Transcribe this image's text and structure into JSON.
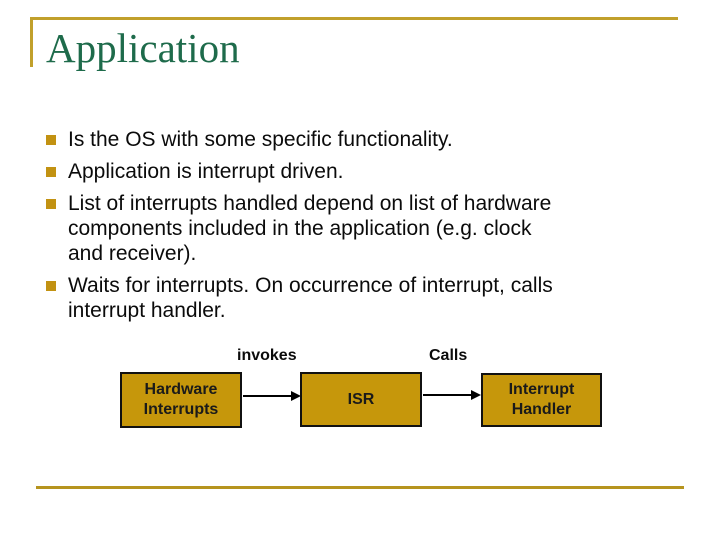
{
  "slide": {
    "title": "Application",
    "bullets": [
      {
        "lines": [
          "Is the OS with some specific functionality."
        ]
      },
      {
        "lines": [
          "Application is interrupt driven."
        ]
      },
      {
        "lines": [
          "List of interrupts handled depend on list of hardware",
          "components included in the application (e.g. clock",
          "and receiver)."
        ]
      },
      {
        "lines": [
          "Waits for interrupts. On occurrence of interrupt, calls",
          "interrupt handler."
        ]
      }
    ],
    "diagram": {
      "invokes_label": "invokes",
      "calls_label": "Calls",
      "boxes": [
        {
          "label_lines": [
            "Hardware",
            "Interrupts"
          ]
        },
        {
          "label_lines": [
            "ISR"
          ]
        },
        {
          "label_lines": [
            "Interrupt",
            "Handler"
          ]
        }
      ]
    },
    "colors": {
      "accent_gold_top_line": "#C1A02B",
      "accent_gold_bottom_line": "#B6941E",
      "bullet_square_gold": "#C29212",
      "diagram_box_fill": "#C6970B",
      "title_green": "#1E6B4B",
      "text_black": "#0b0b0b"
    }
  }
}
